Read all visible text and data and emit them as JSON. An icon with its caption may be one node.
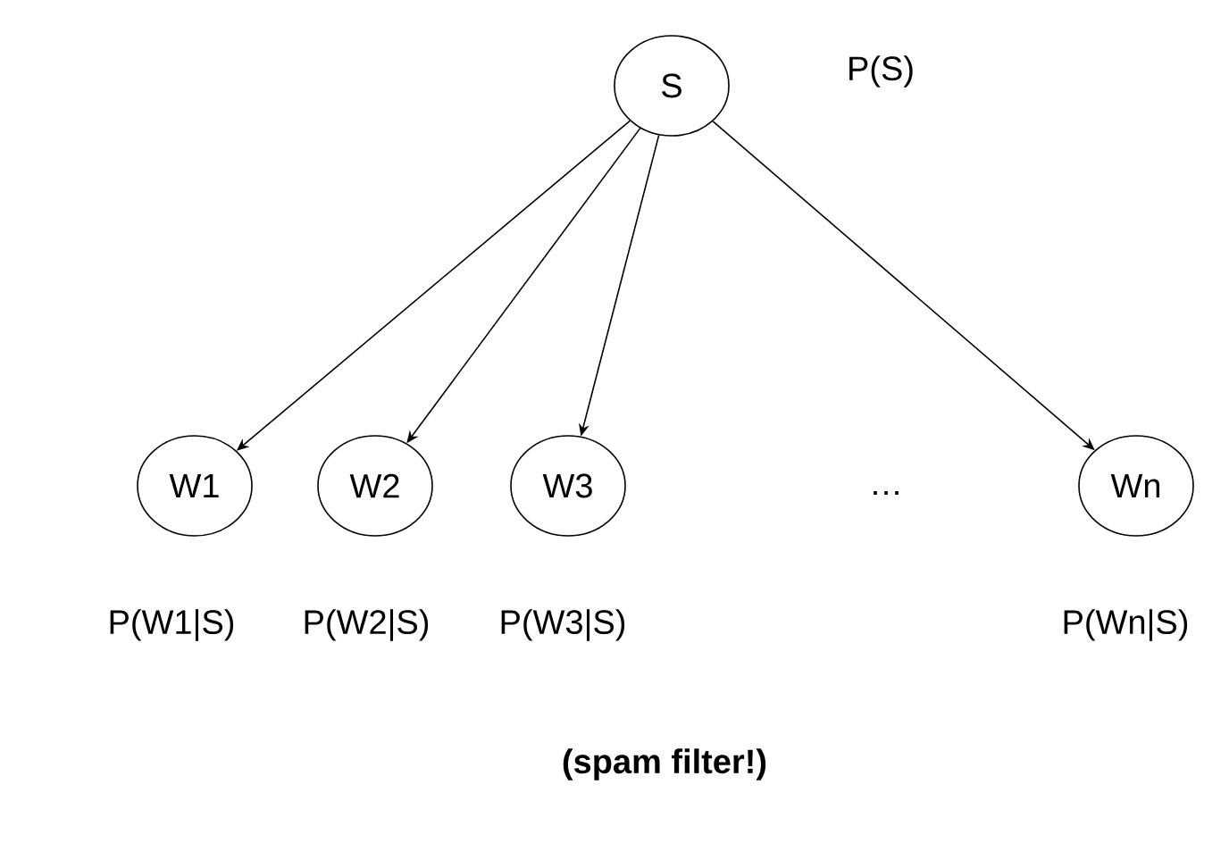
{
  "diagram": {
    "caption": "(spam filter!)",
    "nodes": [
      {
        "text": [
          "S"
        ],
        "beside": [
          "P(S)"
        ]
      },
      {
        "text": [
          "W1"
        ],
        "beside": [
          "P(W1|S)"
        ]
      },
      {
        "text": [
          "W2"
        ],
        "beside": [
          "P(W2|S)"
        ]
      },
      {
        "text": [
          "W3"
        ],
        "beside": [
          "P(W3|S)"
        ]
      },
      {
        "text": [
          "Wn"
        ],
        "beside": [
          "P(Wn|S)"
        ]
      }
    ],
    "edges": [
      {
        "from": 0,
        "to": 1,
        "arrow": "to"
      },
      {
        "from": 0,
        "to": 2,
        "arrow": "to"
      },
      {
        "from": 0,
        "to": 3,
        "arrow": "to"
      },
      {
        "from": 0,
        "to": 4,
        "arrow": "to"
      }
    ],
    "labels": [
      "…"
    ]
  }
}
